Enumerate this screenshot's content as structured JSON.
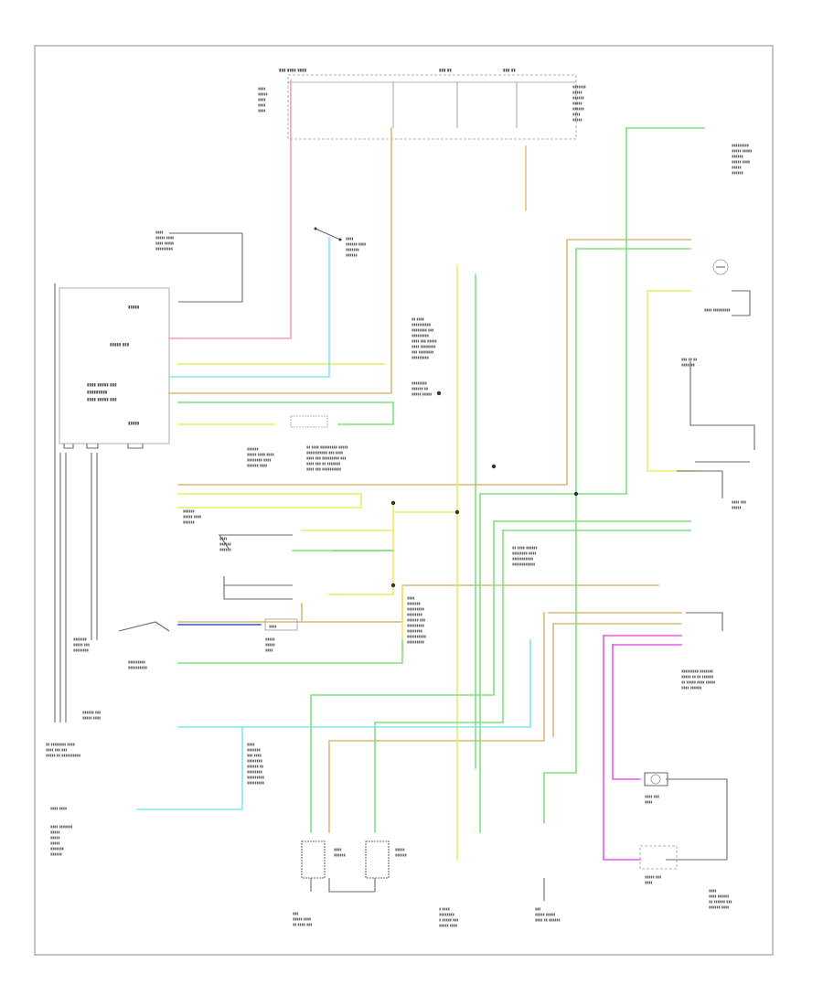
{
  "page": {
    "footer_code": "",
    "background": "#ffffff",
    "frame_color": "#9a9a9a"
  },
  "wire_colors": {
    "pink": "#f2a0b8",
    "tan": "#d8b878",
    "yellow": "#ecec60",
    "light_green": "#80e080",
    "light_blue": "#80e8ec",
    "orange": "#f0c080",
    "blue": "#3050c8",
    "violet": "#e858e8",
    "gray": "#6a6a6a"
  },
  "components": [
    {
      "id": "fuse-block",
      "label": ""
    },
    {
      "id": "instrument-cluster",
      "label": ""
    },
    {
      "id": "drl-relay",
      "label": ""
    },
    {
      "id": "headlamp-switch",
      "label": ""
    },
    {
      "id": "left-headlamp",
      "label": ""
    },
    {
      "id": "right-headlamp",
      "label": ""
    },
    {
      "id": "parking-brake-switch",
      "label": ""
    },
    {
      "id": "ambient-light-sensor",
      "label": ""
    },
    {
      "id": "ground-g101",
      "label": ""
    },
    {
      "id": "ground-g103",
      "label": ""
    },
    {
      "id": "ground-g117",
      "label": ""
    }
  ]
}
